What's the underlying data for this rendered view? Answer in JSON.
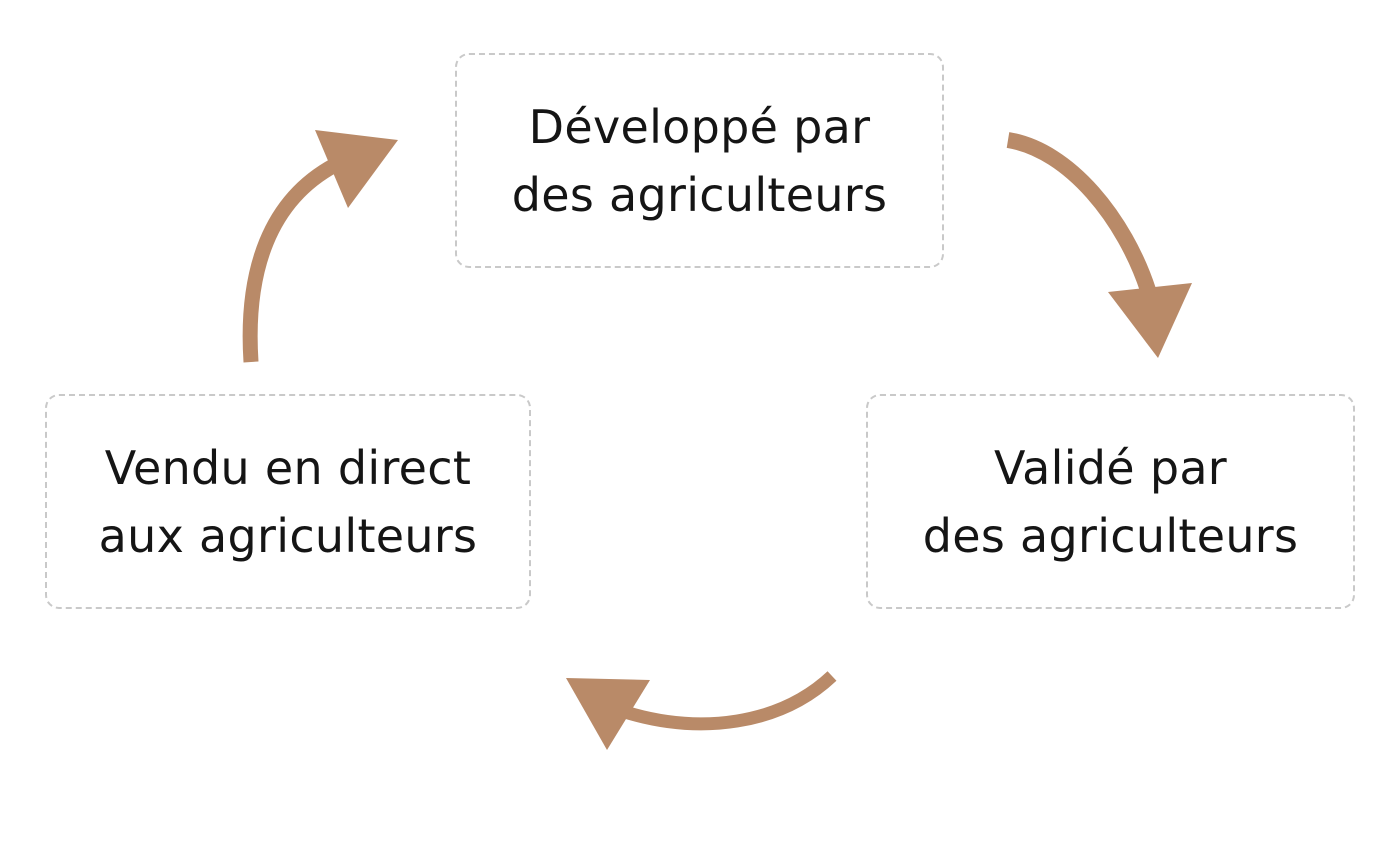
{
  "diagram": {
    "type": "cycle",
    "arrow_color": "#b98a68",
    "box_border_color": "#c9c9c9",
    "text_color": "#151515",
    "nodes": [
      {
        "id": "top",
        "lines": [
          "Développé par",
          "des agriculteurs"
        ]
      },
      {
        "id": "right",
        "lines": [
          "Validé par",
          "des agriculteurs"
        ]
      },
      {
        "id": "left",
        "lines": [
          "Vendu en direct",
          "aux agriculteurs"
        ]
      }
    ],
    "edges": [
      {
        "from": "top",
        "to": "right",
        "direction": "clockwise"
      },
      {
        "from": "right",
        "to": "left",
        "direction": "clockwise"
      },
      {
        "from": "left",
        "to": "top",
        "direction": "clockwise"
      }
    ]
  }
}
